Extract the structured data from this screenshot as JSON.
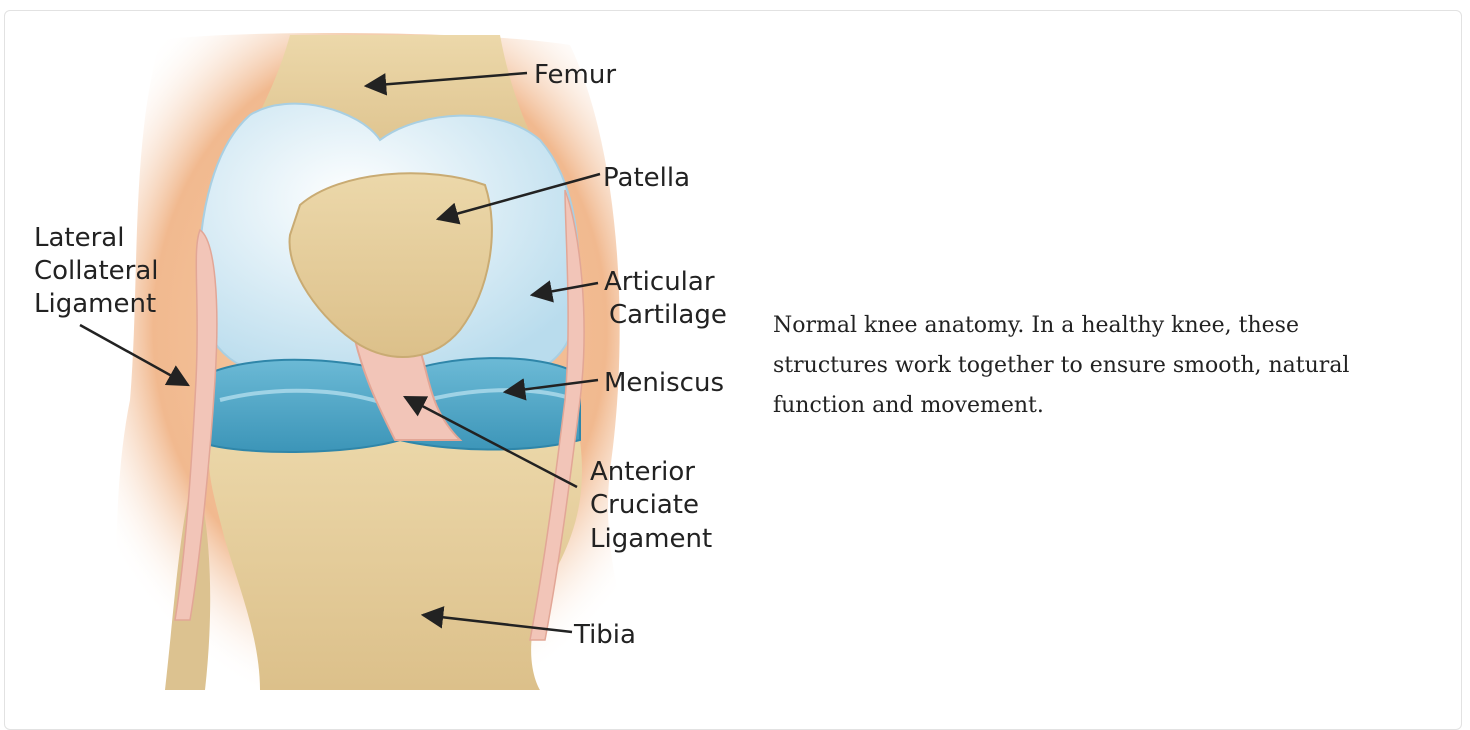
{
  "labels": {
    "femur": "Femur",
    "patella": "Patella",
    "articular_cartilage": [
      "Articular",
      "Cartilage"
    ],
    "meniscus": "Meniscus",
    "acl": [
      "Anterior",
      "Cruciate",
      "Ligament"
    ],
    "tibia": "Tibia",
    "lcl": [
      "Lateral",
      "Collateral",
      "Ligament"
    ]
  },
  "caption": "Normal knee anatomy. In a healthy knee, these structures work together to ensure smooth, natural function and movement.",
  "colors": {
    "skin": "#f1b98f",
    "bone": "#e9d6a6",
    "cartilage": "#cfe8f5",
    "meniscus": "#4fa7c8",
    "ligament": "#f2c5b8"
  }
}
